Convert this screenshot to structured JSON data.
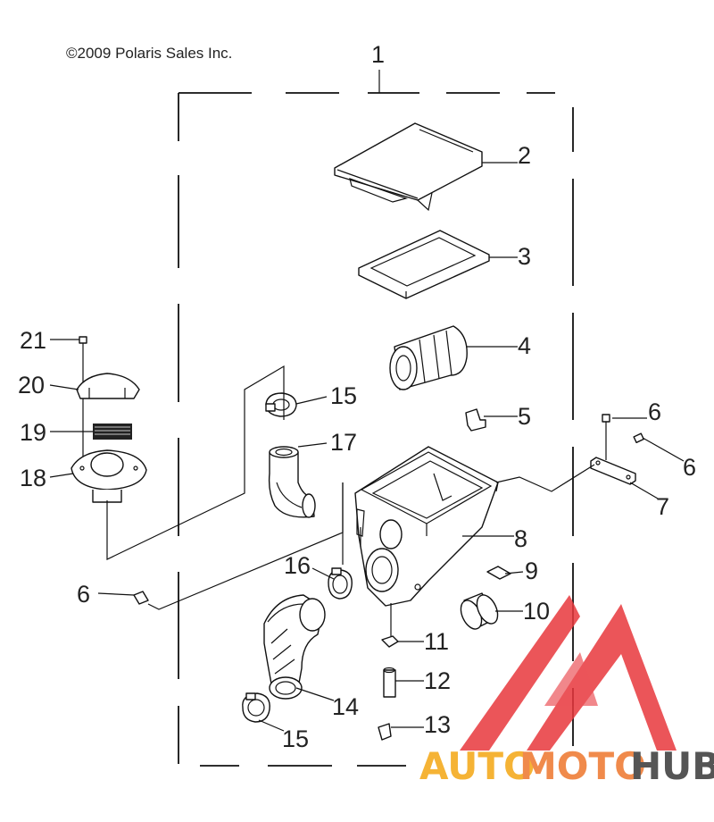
{
  "copyright": "©2009 Polaris Sales Inc.",
  "assembly_number": "1",
  "callouts": {
    "c2": "2",
    "c3": "3",
    "c4": "4",
    "c5": "5",
    "c6a": "6",
    "c6b": "6",
    "c6c": "6",
    "c7": "7",
    "c8": "8",
    "c9": "9",
    "c10": "10",
    "c11": "11",
    "c12": "12",
    "c13": "13",
    "c14": "14",
    "c15a": "15",
    "c15b": "15",
    "c16": "16",
    "c17": "17",
    "c18": "18",
    "c19": "19",
    "c20": "20",
    "c21": "21"
  },
  "watermark": {
    "part1": "AUTO",
    "part2": "MOTO",
    "part3": "HUB"
  },
  "colors": {
    "line": "#111111",
    "logo_red": "#e8383d",
    "logo_orange": "#f5b335",
    "logo_gray": "#555555"
  }
}
